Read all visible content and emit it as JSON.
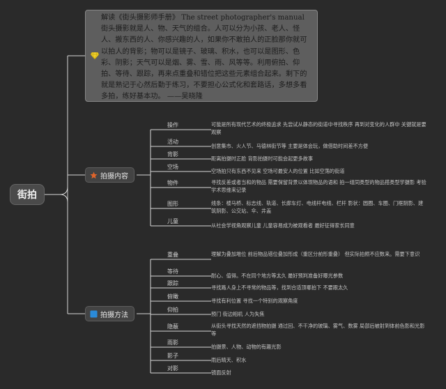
{
  "root": {
    "label": "街拍"
  },
  "note": {
    "text": "解读《街头摄影师手册》 The street photographer's manual 街头摄影就是人、物、天气的组合。人可以分为小孩、老人、怪人、搬东西的人、你感兴趣的人，如果你不敢拍人的正脸那你就可以拍人的背影；物可以是镜子、玻璃、积水，也可以是图形、色彩、阴影；天气可以是烟、雾、雪、雨、风等等。利用俯拍、仰拍、等待、跟踪，再来点重叠和错位把这些元素组合起来。剩下的就是熟记于心然后勤于练习，不要担心公式化和套路话，多想多看多拍，练好基本功。 ——吴晓隆",
    "icon": "diamond-icon"
  },
  "branches": [
    {
      "label": "拍摄内容",
      "icon": "star-icon",
      "icon_color": "#e0642a",
      "children": [
        {
          "label": "操作",
          "text": "可能是所有现代艺术的终极追求 先尝试从静态的街道中寻找秩序 再到对变化的人群中 关键就是要观察"
        },
        {
          "label": "活动",
          "text": "创意集市、火人节、马德林街节等 主要是体会玩，做借助时间差不方便"
        },
        {
          "label": "背影",
          "text": "距离拍摄时正脸 背影拍摄时可能会起更多故事"
        },
        {
          "label": "空场",
          "text": "空场拍只有东西不见来 空场可最安人的位置 比如空荡的街道"
        },
        {
          "label": "物件",
          "text": "寻找反差或者当和的物品 需要保留背景以体现物品的语和 拍一组同类型的物品搭类型学摄影 考验学术思维来记录"
        },
        {
          "label": "图形",
          "text": "线条：楼马桥、标志线、轨道、长廊车灯、电线杆电线、栏杆 影状：圆圈、车圈、门框阴影、建筑阴影、公交站、伞、井盖"
        },
        {
          "label": "儿童",
          "text": "从社会学视角观察儿童 儿童容易成为被观看者 最好征得家长同意"
        }
      ]
    },
    {
      "label": "拍摄方法",
      "icon": "square-icon",
      "icon_color": "#2a8ad8",
      "children": [
        {
          "label": "重叠",
          "text": "理解为叠加堆位 前后物品错位叠加形成（重区分前形重叠） 但实际拍照不应数来。需要下意识"
        },
        {
          "label": "等待",
          "text": "耐心、值得。不在同个地方等太久 最好预判准备好曝光参数"
        },
        {
          "label": "跟踪",
          "text": "寻找路人身上不寻常的物品等，找到合适顶哪拍下 不要跟太久"
        },
        {
          "label": "俯瞰",
          "text": "寻找有利位置 寻找一个特别的观察角度"
        },
        {
          "label": "仰拍",
          "text": "预门 街边相机 人为失焦"
        },
        {
          "label": "隐蔽",
          "text": "从街头寻找天然的遮挡物拍摄 通过回、不干净的玻璃、雾气、数雾 局部后被射到体前色影和光影等"
        },
        {
          "label": "雨影",
          "text": "拍摄景、人物、动物的有趣光影"
        },
        {
          "label": "影子",
          "text": "雨后晴天、积水"
        },
        {
          "label": "对影",
          "text": "镜面反射"
        }
      ]
    }
  ]
}
